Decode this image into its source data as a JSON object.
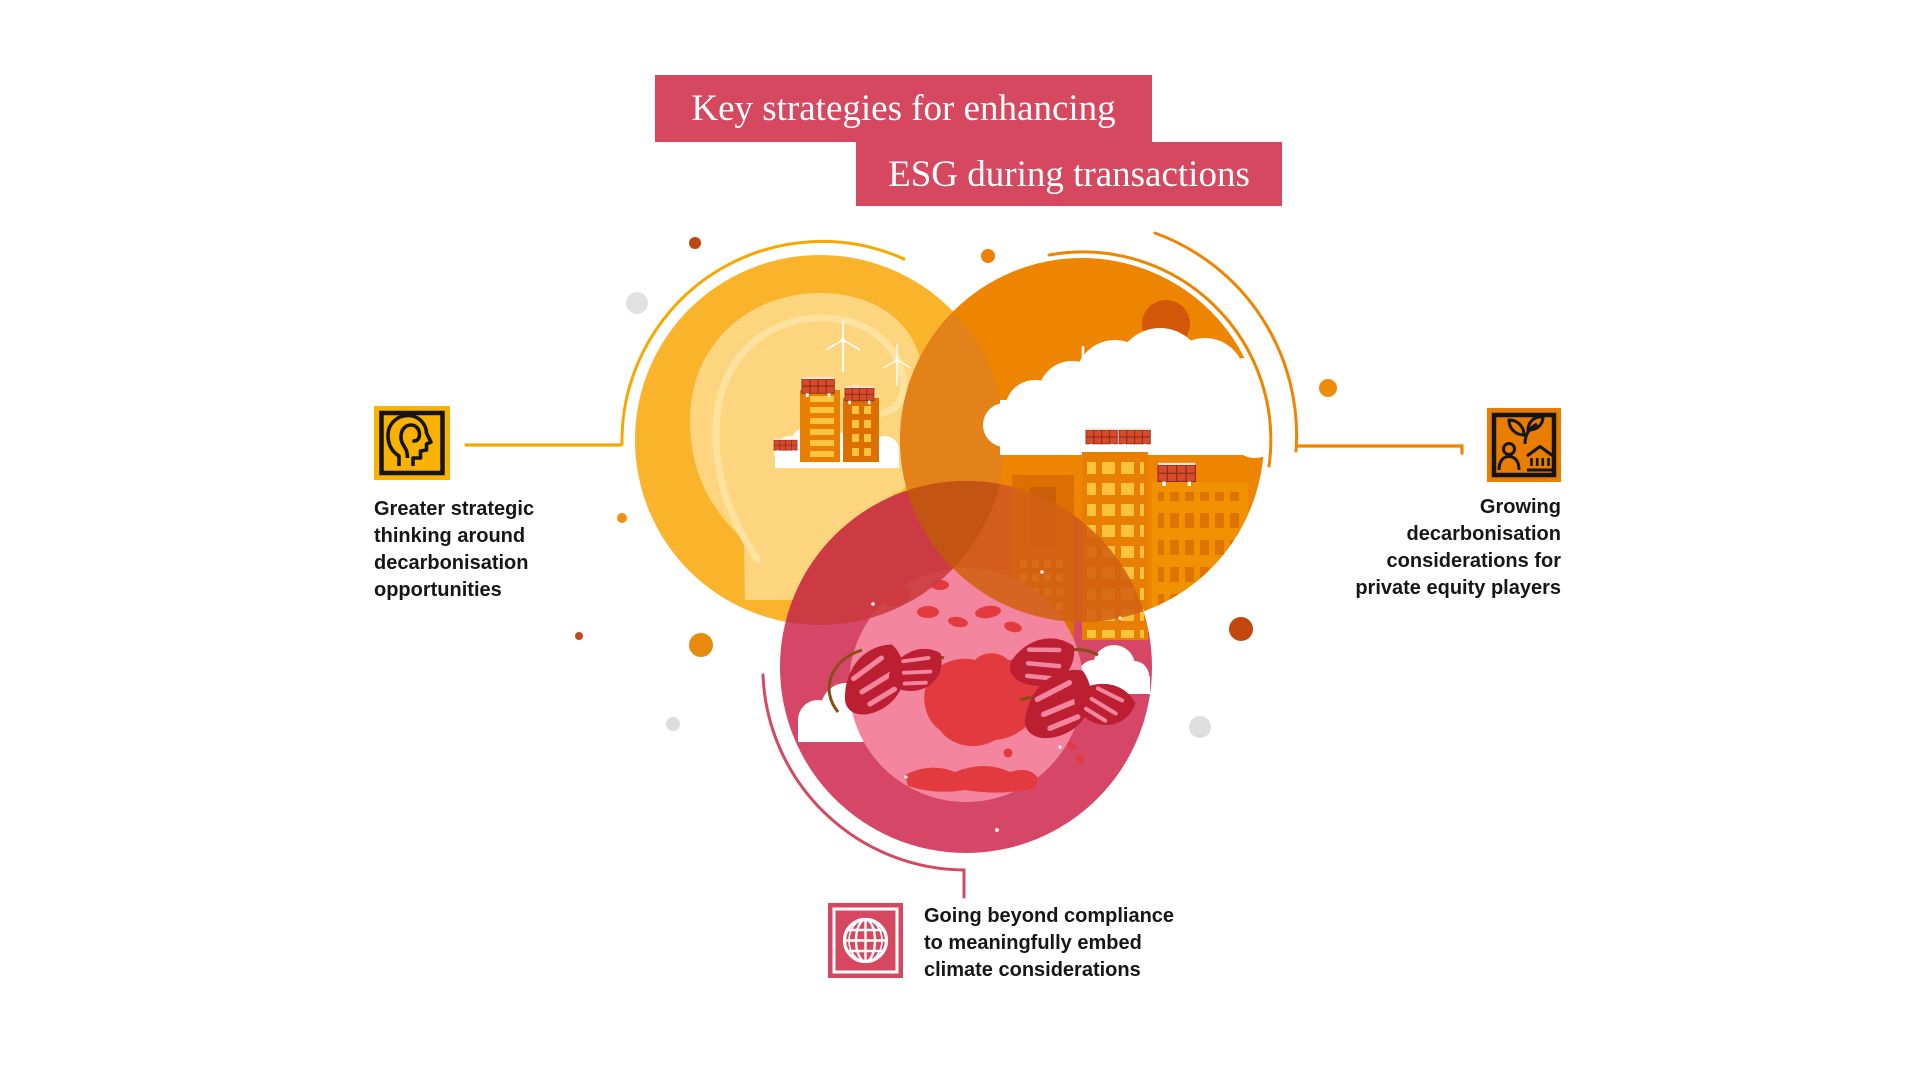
{
  "title": {
    "line1": "Key strategies for enhancing",
    "line2": "ESG during transactions"
  },
  "labels": {
    "left": {
      "icon": "head-brain-icon",
      "lines": [
        "Greater strategic",
        "thinking around",
        "decarbonisation",
        "opportunities"
      ]
    },
    "right": {
      "icon": "person-institution-sprout-icon",
      "lines": [
        "Growing",
        "decarbonisation",
        "considerations for",
        "private equity players"
      ]
    },
    "bottom": {
      "icon": "globe-icon",
      "lines": [
        "Going beyond compliance",
        "to meaningfully embed",
        "climate considerations"
      ]
    }
  },
  "colors": {
    "banner_crimson": "#D5485F",
    "circle_yellow": "#FAB42C",
    "circle_orange": "#EE8500",
    "circle_pink": "#D64666",
    "overlap_yellow_orange": "#E1821A",
    "overlap_yellow_pink": "#CB3A3F",
    "overlap_orange_pink": "#D26112",
    "overlap_center": "#C25412",
    "icon_amber": "#F9B200",
    "icon_orange": "#E87D00",
    "icon_crimson": "#D5485F",
    "label_text": "#161616",
    "title_text": "#FFFFFF"
  },
  "venn": {
    "circles": [
      {
        "name": "strategic-thinking-circle",
        "color": "#FAB42C"
      },
      {
        "name": "private-equity-circle",
        "color": "#EE8500"
      },
      {
        "name": "climate-circle",
        "color": "#D64666"
      }
    ]
  }
}
